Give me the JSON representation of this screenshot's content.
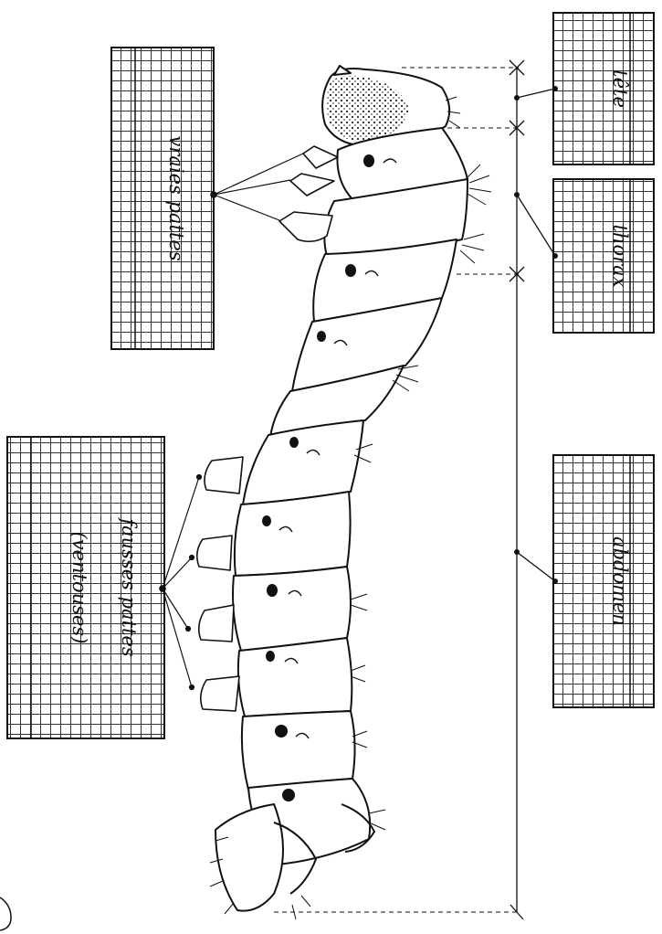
{
  "labels": {
    "head": "tête",
    "thorax": "thorax",
    "abdomen": "abdomen",
    "true_legs": "vraies pattes",
    "false_legs_line1": "fausses pattes",
    "false_legs_line2": "(ventouses)"
  }
}
